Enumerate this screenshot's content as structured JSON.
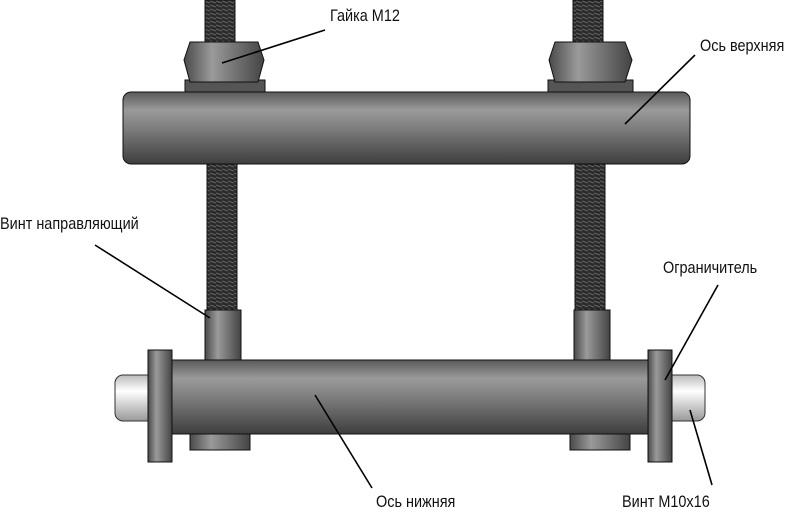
{
  "labels": {
    "nut": "Гайка М12",
    "upper_axle": "Ось верхняя",
    "guide_screw": "Винт направляющий",
    "limiter": "Ограничитель",
    "lower_axle": "Ось нижняя",
    "screw": "Винт М10x16"
  }
}
